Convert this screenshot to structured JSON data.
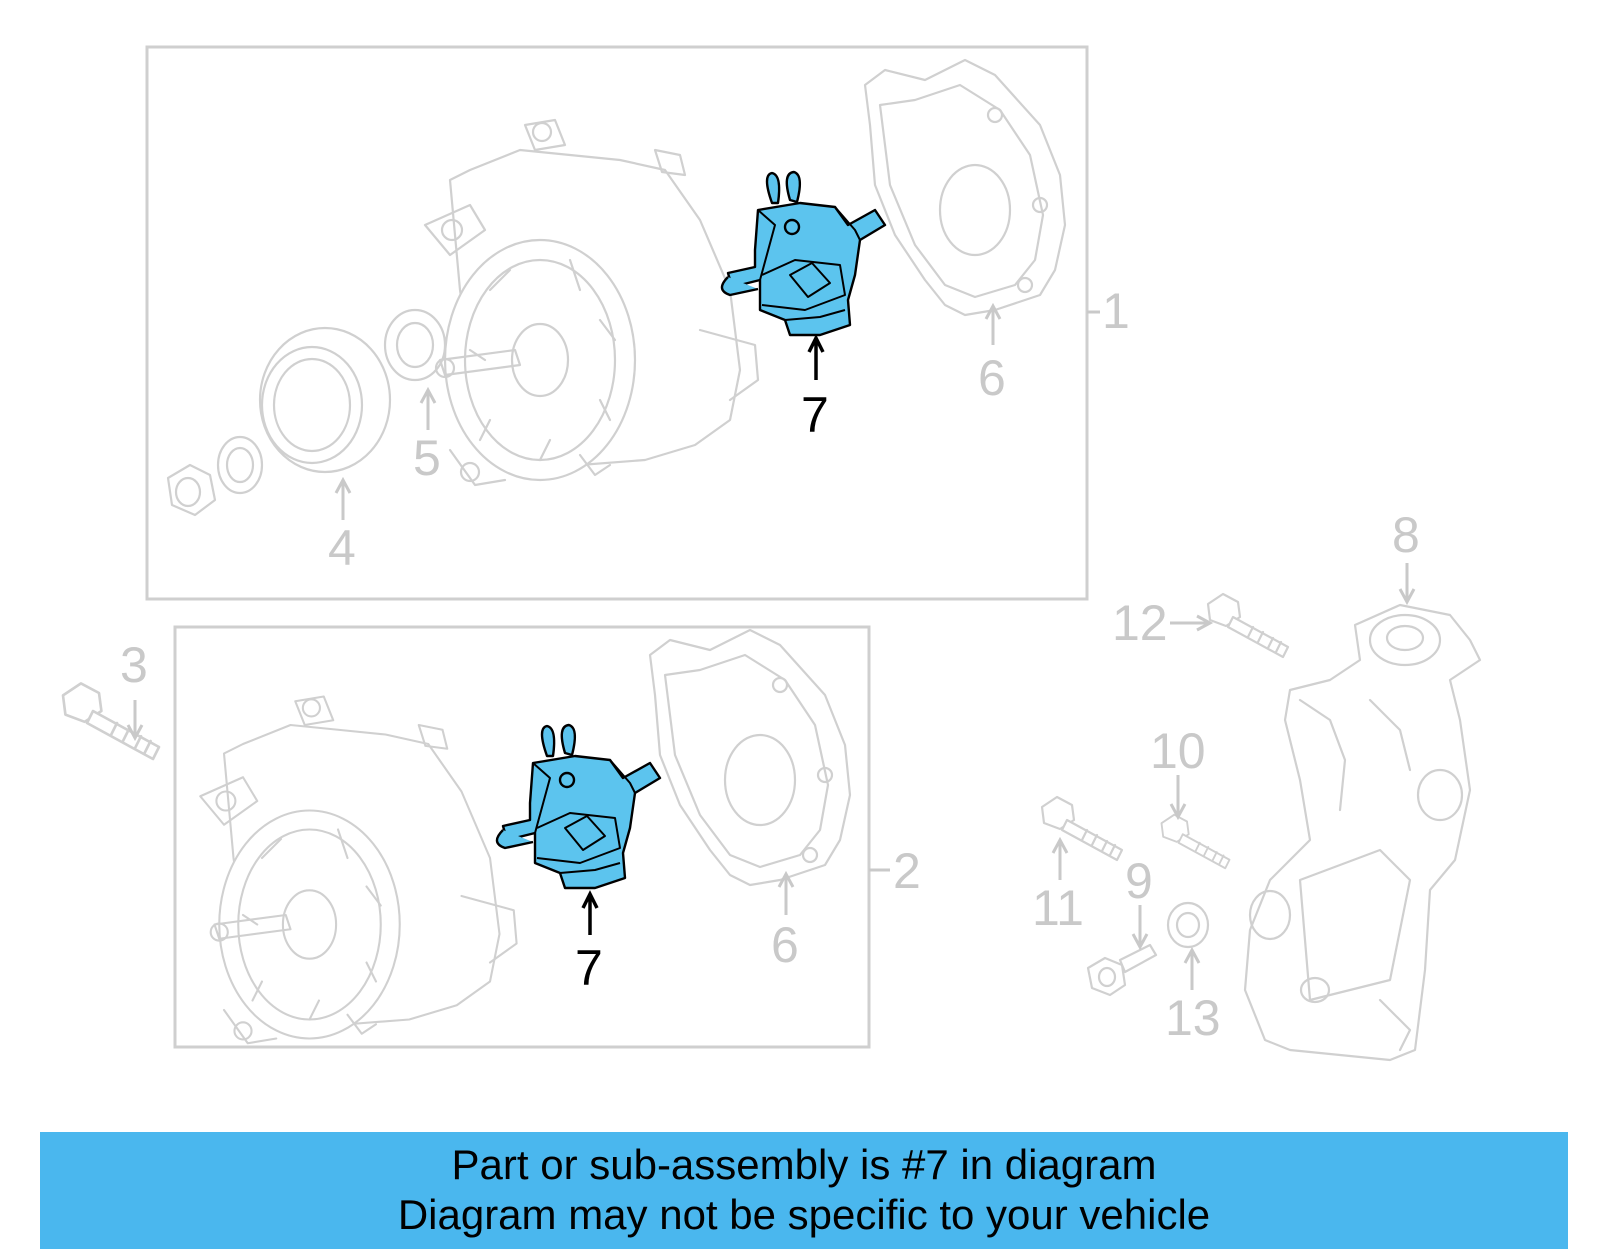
{
  "callouts": {
    "c1": "1",
    "c2": "2",
    "c3": "3",
    "c4": "4",
    "c5": "5",
    "c6a": "6",
    "c6b": "6",
    "c7a": "7",
    "c7b": "7",
    "c8": "8",
    "c9": "9",
    "c10": "10",
    "c11": "11",
    "c12": "12",
    "c13": "13"
  },
  "banner": {
    "line1": "Part or sub-assembly is #7 in diagram",
    "line2": "Diagram may not be specific to your vehicle"
  },
  "colors": {
    "highlight_part": "#5cc4ee",
    "banner": "#4ab7ee",
    "ghost_lines": "#d0d0d0"
  }
}
